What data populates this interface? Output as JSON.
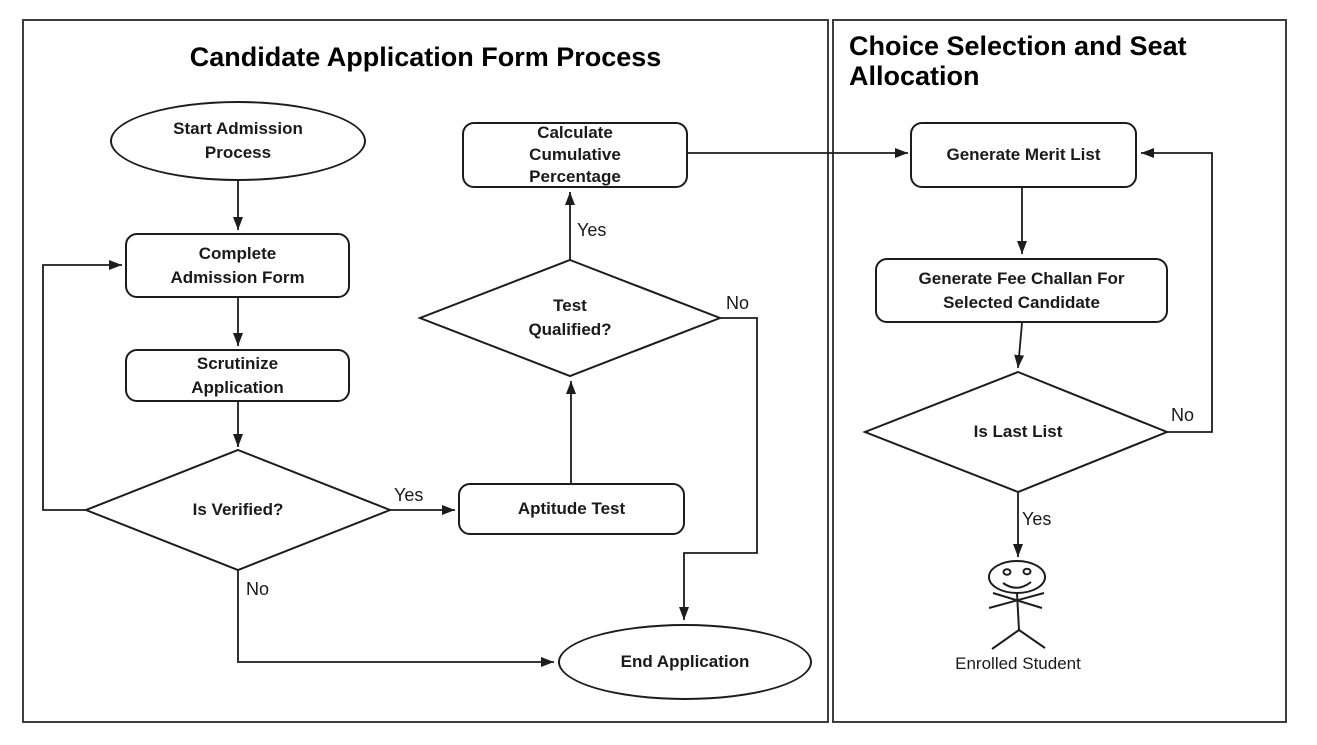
{
  "colors": {
    "background": "#ffffff",
    "panel_border": "#3d3d3d",
    "node_border": "#1c1c1c",
    "node_fill": "#ffffff",
    "line": "#1c1c1c",
    "text": "#1a1a1a"
  },
  "left": {
    "title": "Candidate Application Form Process",
    "nodes": {
      "start": {
        "line1": "Start Admission",
        "line2": "Process"
      },
      "complete": {
        "line1": "Complete",
        "line2": "Admission Form"
      },
      "scrutinize": {
        "line1": "Scrutinize",
        "line2": "Application"
      },
      "is_verified": {
        "line1": "Is Verified?"
      },
      "aptitude": {
        "line1": "Aptitude Test"
      },
      "calculate": {
        "line1": "Calculate",
        "line2": "Cumulative",
        "line3": "Percentage"
      },
      "test_qualified": {
        "line1": "Test",
        "line2": "Qualified?"
      },
      "end": {
        "line1": "End Application"
      }
    },
    "labels": {
      "verified_yes": "Yes",
      "verified_no": "No",
      "test_yes": "Yes",
      "test_no": "No"
    }
  },
  "right": {
    "title_line1": "Choice Selection and Seat",
    "title_line2": "Allocation",
    "nodes": {
      "merit": {
        "line1": "Generate Merit List"
      },
      "challan": {
        "line1": "Generate Fee Challan For",
        "line2": "Selected Candidate"
      },
      "last_list": {
        "line1": "Is Last List"
      },
      "enrolled": {
        "caption": "Enrolled Student"
      }
    },
    "labels": {
      "last_no": "No",
      "last_yes": "Yes"
    }
  }
}
